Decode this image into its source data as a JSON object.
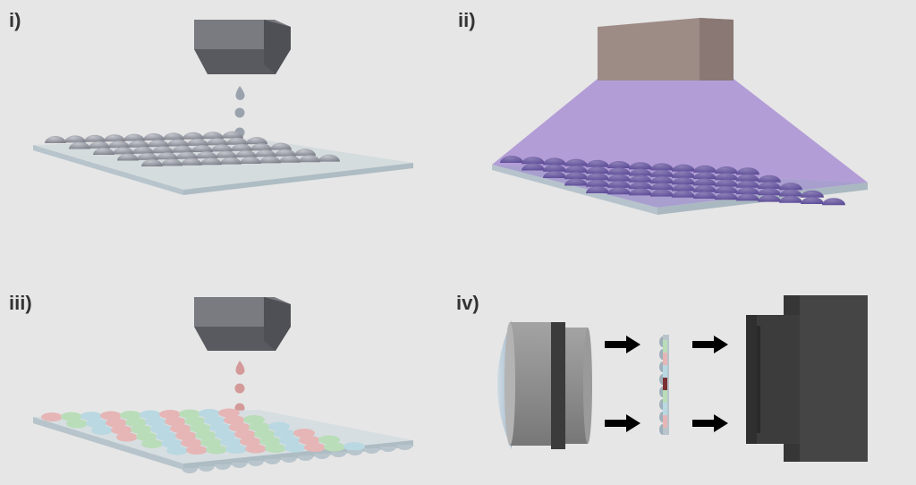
{
  "panels": [
    {
      "id": "i",
      "label": "i)"
    },
    {
      "id": "ii",
      "label": "ii)"
    },
    {
      "id": "iii",
      "label": "iii)"
    },
    {
      "id": "iv",
      "label": "iv)"
    }
  ],
  "colors": {
    "background": "#e6e6e6",
    "nozzle": "#66676d",
    "droplet_clear": "#9aa3ad",
    "droplet_red": "#d49a9a",
    "lamp": "#9d8b86",
    "uv_light": "#a98fd4",
    "substrate_edge": "#b4c4cc",
    "microlens": "#9d9fa8",
    "filter_red": "#e6b5b5",
    "filter_green": "#b9ddb8",
    "filter_blue": "#b9d8e2",
    "lens_barrel": "#909090",
    "camera_body": "#3d3d3d",
    "arrow": "#000000"
  },
  "icons": {
    "printer_nozzle": "nozzle-icon",
    "uv_lamp": "lamp-icon",
    "objective_lens": "lens-icon",
    "image_sensor": "camera-icon",
    "direction": "arrow-right-icon"
  }
}
